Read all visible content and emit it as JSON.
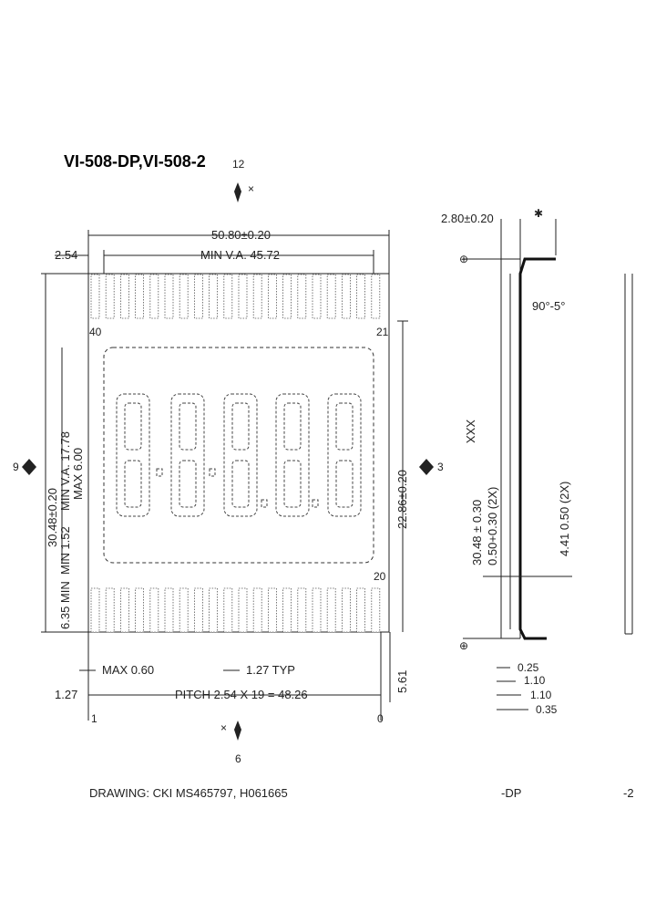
{
  "title": "VI-508-DP,VI-508-2",
  "views": {
    "top_marker": "12",
    "bottom_marker": "6",
    "left_marker": "9",
    "right_marker": "3"
  },
  "dimensions": {
    "overall_width": "50.80±0.20",
    "viewing_area_width": "MIN V.A. 45.72",
    "left_edge_offset": "2.54",
    "overall_height": "30.48±0.20",
    "viewing_area_height": "MIN V.A. 17.78",
    "max_digit_height": "MAX 6.00",
    "min_edge_gap": "MIN 1.52",
    "pin_row_height": "6.35 MIN",
    "center_height": "22.86±0.20",
    "pin_side_dim": "5.61",
    "pin_width_max": "MAX 0.60",
    "pin_width_typ": "1.27 TYP",
    "pitch_offset": "1.27",
    "pitch_total": "PITCH 2.54 X 19 = 48.26",
    "side_thickness": "2.80±0.20",
    "side_angle": "90°-5°",
    "side_height_1": "30.48 ± 0.30",
    "side_tolerance": "XXX",
    "side_height_2": "0.50+0.30 (2X)",
    "side_height_3": "4.41  0.50  (2X)",
    "lead_1": "0.25",
    "lead_2": "1.10",
    "lead_3": "1.10",
    "lead_4": "0.35"
  },
  "pins": {
    "top_left": "40",
    "top_right": "21",
    "bottom_left": "1",
    "bottom_right": "20"
  },
  "footer": {
    "drawing_number": "DRAWING: CKI MS465797, H061665",
    "side_label_1": "-DP",
    "side_label_2": "-2"
  }
}
